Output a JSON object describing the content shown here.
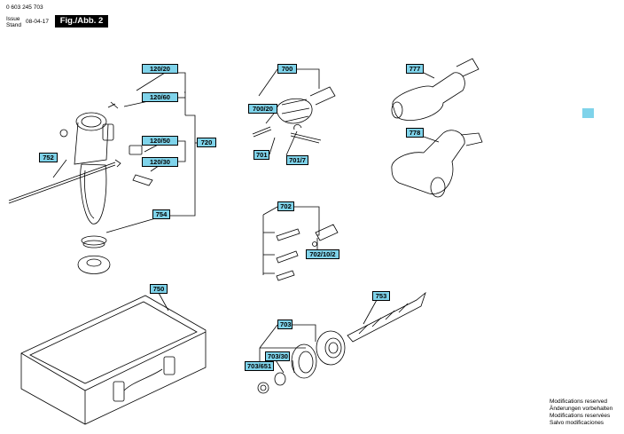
{
  "header": {
    "part_number": "0 603 245 703",
    "issue_label_en": "Issue",
    "issue_label_de": "Stand",
    "issue_date": "08-04-17",
    "figure": "Fig./Abb. 2"
  },
  "callouts": {
    "c120_20": "120/20",
    "c120_60": "120/60",
    "c120_50": "120/50",
    "c120_30": "120/30",
    "c720": "720",
    "c752": "752",
    "c754": "754",
    "c700": "700",
    "c700_20": "700/20",
    "c701": "701",
    "c701_7": "701/7",
    "c777": "777",
    "c778": "778",
    "c702": "702",
    "c702_10_2": "702/10/2",
    "c750": "750",
    "c753": "753",
    "c703": "703",
    "c703_30": "703/30",
    "c703_651": "703/651"
  },
  "footer": {
    "line1": "Modifications reserved",
    "line2": "Änderungen vorbehalten",
    "line3": "Modifications reservées",
    "line4": "Salvo modificaciones"
  },
  "colors": {
    "callout_fill": "#7fd3ea"
  }
}
